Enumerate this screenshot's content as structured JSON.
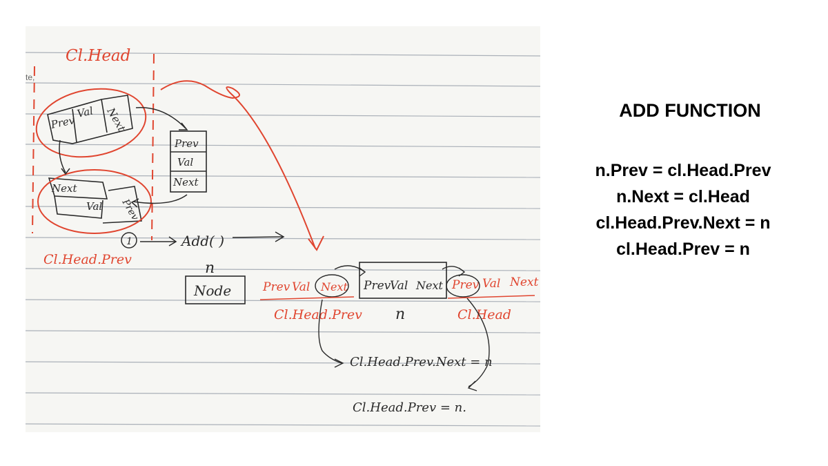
{
  "slide": {
    "title": "ADD FUNCTION",
    "code_lines": [
      "n.Prev = cl.Head.Prev",
      "n.Next = cl.Head",
      "cl.Head.Prev.Next = n",
      "cl.Head.Prev = n"
    ]
  },
  "notebook": {
    "margin_note": "te,",
    "labels": {
      "cl_head_top": "Cl.Head",
      "cl_head_prev_left": "Cl.Head.Prev",
      "step_one": "1",
      "add_call": "Add( )",
      "n_label": "n",
      "node_box": "Node",
      "n_under_box": "n",
      "left_node_under": "Cl.Head.Prev",
      "right_node_under": "Cl.Head",
      "step_prev_next": "Cl.Head.Prev.Next = n",
      "step_head_prev": "Cl.Head.Prev = n."
    },
    "node_top": {
      "prev": "Prev",
      "val": "Val",
      "next": "Next"
    },
    "node_right": {
      "prev": "Prev",
      "val": "Val",
      "next": "Next"
    },
    "node_bottom": {
      "next": "Next",
      "val": "Val",
      "prev": "Prev"
    },
    "row_left": {
      "prev": "Prev",
      "val": "Val",
      "next": "Next"
    },
    "row_mid": {
      "prev": "Prev",
      "val": "Val",
      "next": "Next"
    },
    "row_right": {
      "prev": "Prev",
      "val": "Val",
      "next": "Next"
    }
  },
  "colors": {
    "ink": "#2a2a2a",
    "red_pen": "#e0452f",
    "ruled_line": "#aab0b8",
    "paper": "#f6f6f3"
  }
}
